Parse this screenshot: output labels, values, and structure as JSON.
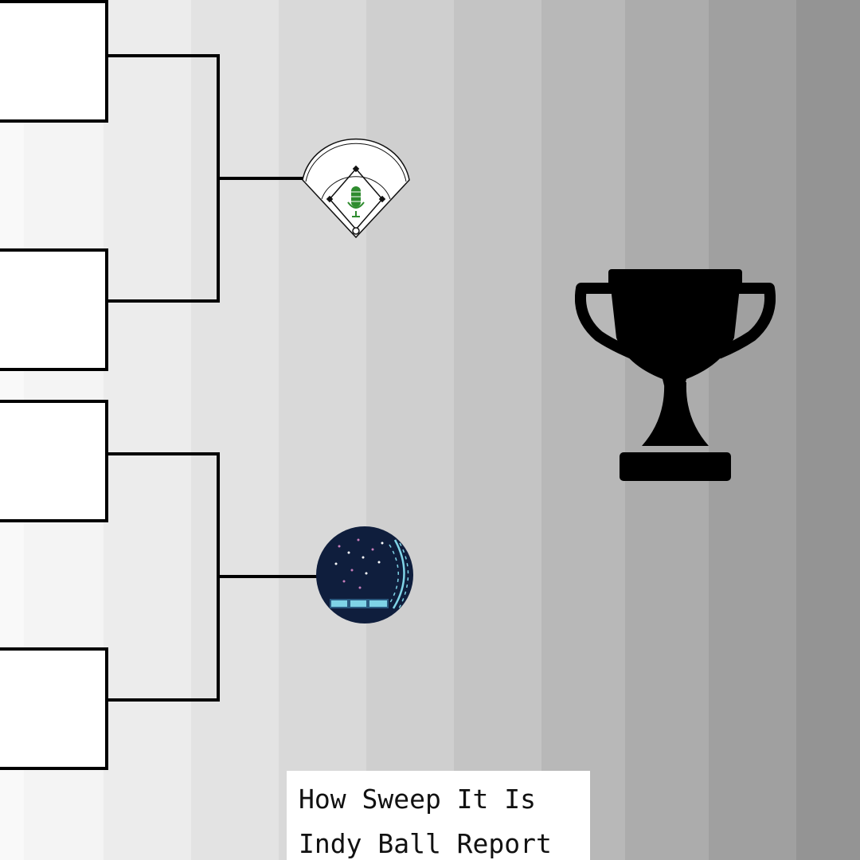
{
  "bracket": {
    "semifinal_top_logo": "baseball-diamond-microphone-logo",
    "semifinal_bottom_logo": "indy-ball-report-baseball-logo"
  },
  "trophy": {
    "icon": "trophy-icon",
    "color": "#000000"
  },
  "caption": {
    "line1": "How Sweep It Is",
    "line2": "Indy Ball Report"
  },
  "colors": {
    "background_light": "#f9f9f9",
    "background_dark": "#949494",
    "bracket_line": "#000000",
    "mic_green": "#2e8b2e",
    "baseball_navy": "#0f1e3d",
    "baseball_cyan": "#7fd3e6"
  }
}
